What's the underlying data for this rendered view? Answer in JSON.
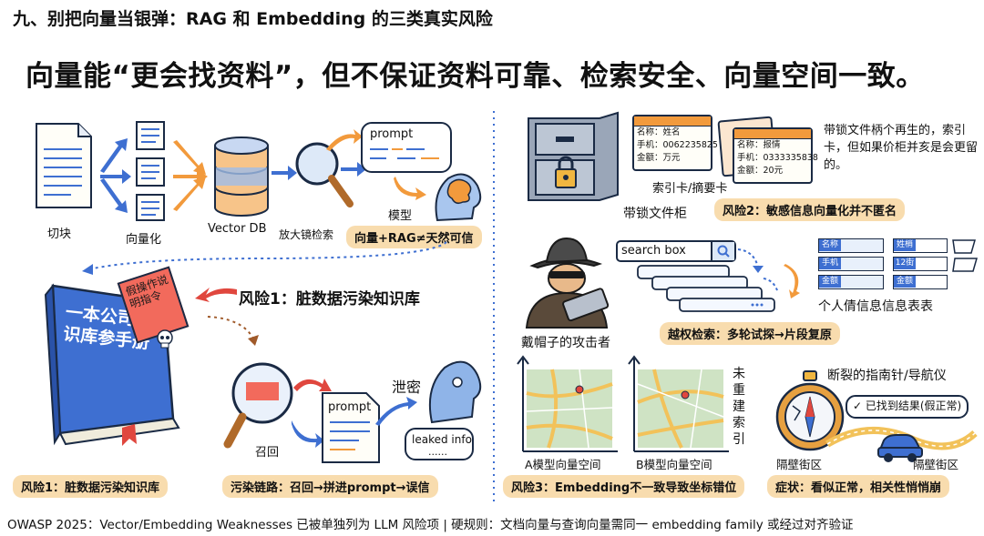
{
  "header": {
    "title": "九、别把向量当银弹：RAG 和 Embedding 的三类真实风险",
    "subtitle": "向量能“更会找资料”，但不保证资料可靠、检索安全、向量空间一致。"
  },
  "pipeline": {
    "step1": "切块",
    "step2": "向量化",
    "step3": "Vector DB",
    "step4": "放大镜检索",
    "prompt": "prompt",
    "model": "模型",
    "conclusion": "向量+RAG≠天然可信"
  },
  "risk1": {
    "book_title": "一本公司知识库参手册",
    "note": "假操作说明指令",
    "callout": "风险1：脏数据污染知识库",
    "recall": "召回",
    "prompt": "prompt",
    "leak": "泄密",
    "leaked": "leaked info",
    "pill_left": "风险1：脏数据污染知识库",
    "pill_right": "污染链路：召回→拼进prompt→误信"
  },
  "risk2": {
    "cabinet": "带锁文件柜",
    "index_card": "索引卡/摘要卡",
    "card1": [
      "姓名",
      "0062235825",
      "万元"
    ],
    "card1_keys": [
      "名称：",
      "手机：",
      "金额："
    ],
    "card2": [
      "报情",
      "0333335838",
      "20元"
    ],
    "card2_keys": [
      "名称：",
      "手机：",
      "金额："
    ],
    "note": "带锁文件柄个再生的，索引卡，但如果价柜并亥是会更留的。",
    "pill": "风险2：敏感信息向量化并不匿名"
  },
  "attack": {
    "search_box": "search box",
    "attacker": "戴帽子的攻击者",
    "table_title": "个人倩信息信息表表",
    "table_keys": [
      "名称",
      "手机",
      "金额"
    ],
    "table_vals": [
      "姓梢",
      "12街",
      "金额"
    ],
    "pill": "越权检索：多轮试探→片段复原"
  },
  "risk3": {
    "map_a": "A模型向量空间",
    "map_b": "B模型向量空间",
    "vertical": "未重建索引",
    "pill": "风险3：Embedding不一致导致坐标错位"
  },
  "compass": {
    "title": "断裂的指南针/导航仪",
    "found": "✓ 已找到结果(假正常)",
    "area1": "隔壁街区",
    "area2": "隔壁街区",
    "pill": "症状：看似正常，相关性悄悄崩"
  },
  "footer": "OWASP 2025：Vector/Embedding Weaknesses 已被单独列为 LLM 风险项 | 硬规则：文档向量与查询向量需同一 embedding family 或经过对齐验证",
  "colors": {
    "pill": "#f8dcae",
    "ink": "#1a2a44",
    "blue": "#3e6fd1",
    "orange": "#f29a3c",
    "red": "#e0473e"
  }
}
